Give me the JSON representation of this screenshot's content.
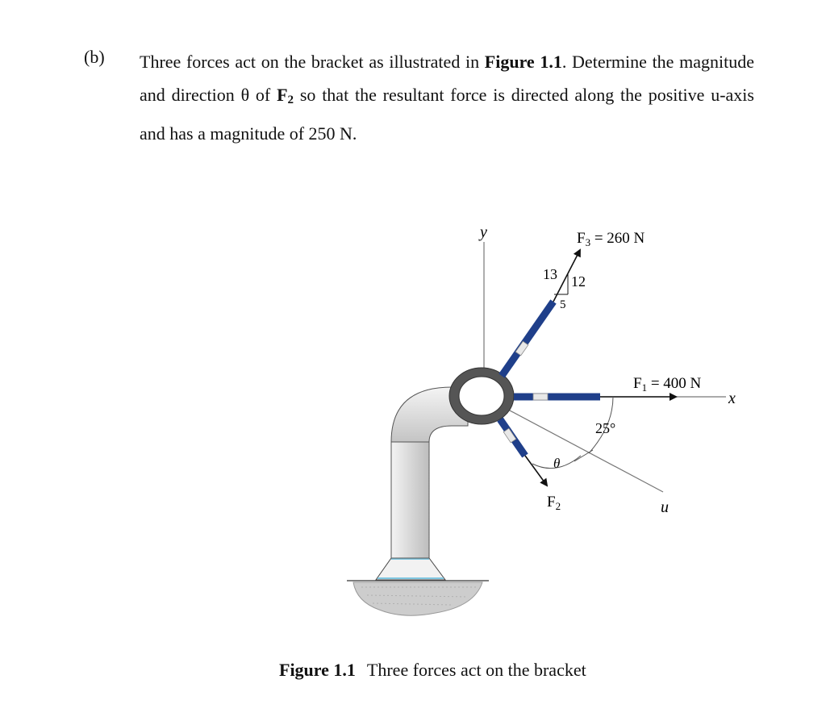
{
  "problem": {
    "label": "(b)",
    "text_parts": [
      "Three forces act on the bracket as illustrated in ",
      "Figure 1.1",
      ". Determine the magnitude and direction θ of ",
      "F",
      "2",
      " so that the resultant force is directed along the positive u-axis and has a magnitude of 250 N."
    ]
  },
  "figure": {
    "axis_y": "y",
    "axis_x": "x",
    "axis_u": "u",
    "f3_label": "F",
    "f3_sub": "3",
    "f3_value": " = 260 N",
    "f1_label": "F",
    "f1_sub": "1",
    "f1_value": " = 400 N",
    "f2_label": "F",
    "f2_sub": "2",
    "slope_hyp": "13",
    "slope_vert": "12",
    "slope_horiz": "5",
    "angle_u": "25°",
    "angle_theta": "θ",
    "colors": {
      "member": "#1f3f8a",
      "ring": "#555555",
      "pipe": "#e2e2e2",
      "ground": "#c9c9c9"
    }
  },
  "caption": {
    "number": "Figure 1.1",
    "text": "Three forces act on the bracket"
  }
}
